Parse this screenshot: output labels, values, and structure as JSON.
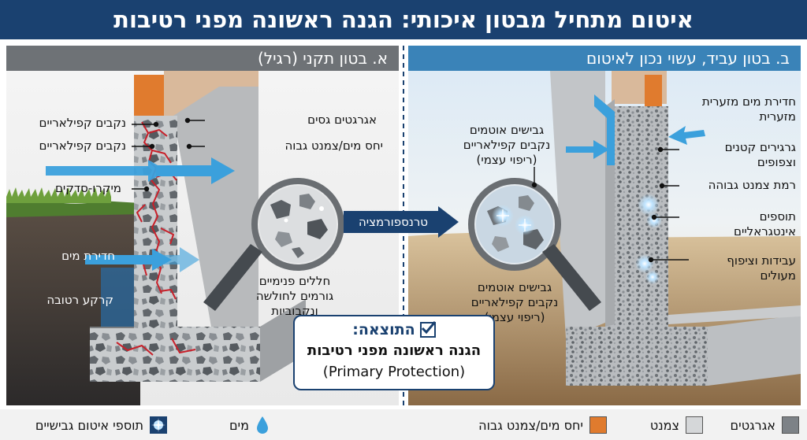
{
  "title": "איטום מתחיל מבטון איכותי: הגנה ראשונה מפני רטיבות",
  "left_panel": {
    "header": "א. בטון תקני (רגיל)",
    "labels": {
      "capillary_pores_1": "נקבים קפילאריים",
      "capillary_pores_2": "נקבים קפילאריים",
      "micro_cracks": "מיקרו-סדקים",
      "water_penetration": "חדירת מים",
      "wet_soil": "קרקע רטובה",
      "coarse_aggregates": "אגרגטים גסים",
      "high_wc_ratio": "יחס מים/צמנט גבוה",
      "voids_line1": "חללים פנימיים",
      "voids_line2": "גורמים לחולשה",
      "voids_line3": "ונקבוביות"
    }
  },
  "right_panel": {
    "header": "ב. בטון עביד, עשוי נכון לאיטום",
    "labels": {
      "sealed_line1": "גבישים אוטמים",
      "sealed_line2": "נקבים קפילאריים",
      "sealed_line3": "(ריפוי עצמי)",
      "sealed_bottom_line1": "גבישים אוטמים",
      "sealed_bottom_line2": "נקבים קפילאריים",
      "sealed_bottom_line3": "(ריפוי עצמי)",
      "minimal_water_line1": "חדירת מים מזערית",
      "minimal_water_line2": "מזערית",
      "fine_aggr_line1": "גרגירים קטנים",
      "fine_aggr_line2": "וצפופים",
      "high_cement": "רמת צמנט גבוהה",
      "integral_line1": "תוספים",
      "integral_line2": "אינטגראליים",
      "workability_line1": "עבידות וציפוף",
      "workability_line2": "מעולים"
    }
  },
  "transformation_label": "טרנספורמציה",
  "result": {
    "heading": "התוצאה:",
    "line1": "הגנה ראשונה מפני רטיבות",
    "line2": "(Primary Protection)"
  },
  "legend": {
    "aggregates": "אגרגטים",
    "cement": "צמנט",
    "high_wc": "יחס מים/צמנט גבוה",
    "water": "מים",
    "crystal_additives": "תוספי איטום גבישיים"
  },
  "colors": {
    "title_bg": "#1a4170",
    "left_header_bg": "#6e7276",
    "right_header_bg": "#3a83b8",
    "water_arrow": "#3ba0dc",
    "crack_red": "#c8202a",
    "brick_orange": "#e07b2e",
    "aggregate": "#7d8287",
    "cement": "#d5d7d9"
  }
}
